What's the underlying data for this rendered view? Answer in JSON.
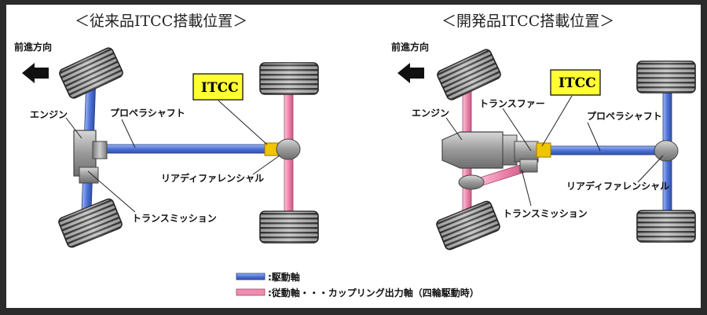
{
  "left_panel": {
    "title": "＜従来品ITCC搭載位置＞",
    "direction": "前進方向",
    "engine": "エンジン",
    "propeller": "プロペラシャフト",
    "itcc": "ITCC",
    "rear_diff": "リアディファレンシャル",
    "transmission": "トランスミッション"
  },
  "right_panel": {
    "title": "＜開発品ITCC搭載位置＞",
    "direction": "前進方向",
    "engine": "エンジン",
    "transfer": "トランスファー",
    "itcc": "ITCC",
    "propeller": "プロペラシャフト",
    "rear_diff": "リアディファレンシャル",
    "transmission": "トランスミッション"
  },
  "legend": {
    "drive_shaft": ":駆動軸",
    "driven_shaft": ":従動軸・・・カップリング出力軸（四輪駆動時）"
  },
  "colors": {
    "drive_shaft": "#5a7fe0",
    "driven_shaft": "#f08cb0",
    "itcc_box": "#ffff33",
    "itcc_unit": "#f0c400"
  }
}
